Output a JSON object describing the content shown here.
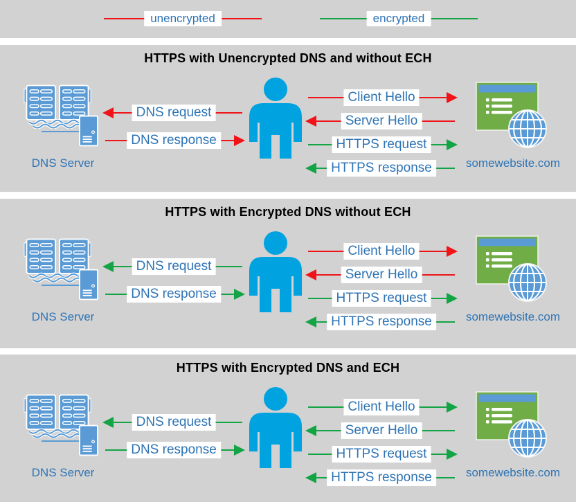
{
  "colors": {
    "unencrypted": "#f01418",
    "encrypted": "#12a445",
    "label_text": "#2e74b5",
    "label_bg": "#ffffff",
    "panel_bg": "#d2d2d2",
    "title_text": "#000000",
    "person": "#00a2e0",
    "icon_blue": "#5b9bd5",
    "website_green": "#70ad47"
  },
  "legend": {
    "items": [
      {
        "label": "unencrypted",
        "encryption": "unencrypted"
      },
      {
        "label": "encrypted",
        "encryption": "encrypted"
      }
    ]
  },
  "panels": [
    {
      "title": "HTTPS with Unencrypted DNS and without ECH",
      "dns_server_label": "DNS Server",
      "website_label": "somewebsite.com",
      "dns_arrows": [
        {
          "label": "DNS request",
          "direction": "left",
          "encryption": "unencrypted"
        },
        {
          "label": "DNS response",
          "direction": "right",
          "encryption": "unencrypted"
        }
      ],
      "https_arrows": [
        {
          "label": "Client Hello",
          "direction": "right",
          "encryption": "unencrypted"
        },
        {
          "label": "Server Hello",
          "direction": "left",
          "encryption": "unencrypted"
        },
        {
          "label": "HTTPS request",
          "direction": "right",
          "encryption": "encrypted"
        },
        {
          "label": "HTTPS response",
          "direction": "left",
          "encryption": "encrypted"
        }
      ]
    },
    {
      "title": "HTTPS with Encrypted DNS without ECH",
      "dns_server_label": "DNS Server",
      "website_label": "somewebsite.com",
      "dns_arrows": [
        {
          "label": "DNS request",
          "direction": "left",
          "encryption": "encrypted"
        },
        {
          "label": "DNS response",
          "direction": "right",
          "encryption": "encrypted"
        }
      ],
      "https_arrows": [
        {
          "label": "Client Hello",
          "direction": "right",
          "encryption": "unencrypted"
        },
        {
          "label": "Server Hello",
          "direction": "left",
          "encryption": "unencrypted"
        },
        {
          "label": "HTTPS request",
          "direction": "right",
          "encryption": "encrypted"
        },
        {
          "label": "HTTPS response",
          "direction": "left",
          "encryption": "encrypted"
        }
      ]
    },
    {
      "title": "HTTPS with Encrypted DNS and ECH",
      "dns_server_label": "DNS Server",
      "website_label": "somewebsite.com",
      "dns_arrows": [
        {
          "label": "DNS request",
          "direction": "left",
          "encryption": "encrypted"
        },
        {
          "label": "DNS response",
          "direction": "right",
          "encryption": "encrypted"
        }
      ],
      "https_arrows": [
        {
          "label": "Client Hello",
          "direction": "right",
          "encryption": "encrypted"
        },
        {
          "label": "Server Hello",
          "direction": "left",
          "encryption": "encrypted"
        },
        {
          "label": "HTTPS request",
          "direction": "right",
          "encryption": "encrypted"
        },
        {
          "label": "HTTPS response",
          "direction": "left",
          "encryption": "encrypted"
        }
      ]
    }
  ]
}
